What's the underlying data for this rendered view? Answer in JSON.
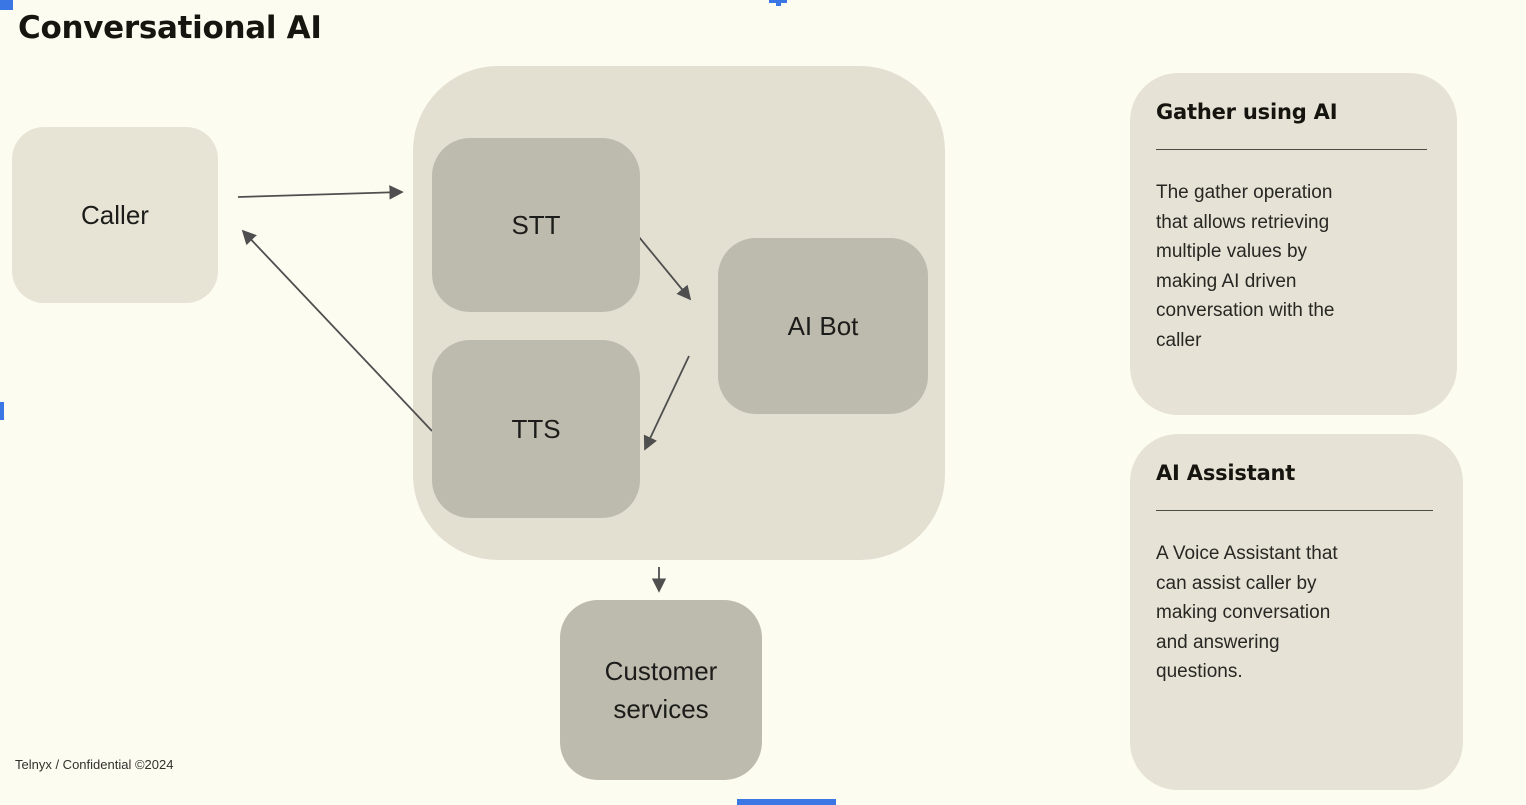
{
  "slide": {
    "title": "Conversational AI",
    "footer": "Telnyx / Confidential ©2024"
  },
  "colors": {
    "background": "#FDFCF1",
    "container_fill": "#E3E0D2",
    "light_node_fill": "#E7E4D6",
    "gray_node_fill": "#BDBBAD",
    "card_fill": "#E6E3D6",
    "arrow": "#4F4F4F",
    "selection_marker_blue": "#3B76E5",
    "text": "#1C1C1A"
  },
  "nodes": {
    "caller": {
      "label": "Caller"
    },
    "stt": {
      "label": "STT"
    },
    "tts": {
      "label": "TTS"
    },
    "ai_bot": {
      "label": "AI Bot"
    },
    "customer_services": {
      "label": "Customer services"
    }
  },
  "edges": [
    {
      "from": "caller",
      "to": "stt"
    },
    {
      "from": "tts",
      "to": "caller"
    },
    {
      "from": "stt",
      "to": "ai_bot"
    },
    {
      "from": "ai_bot",
      "to": "tts"
    },
    {
      "from": "container",
      "to": "customer_services"
    }
  ],
  "cards": [
    {
      "title": "Gather using AI",
      "lines": [
        "The gather operation",
        "that allows retrieving",
        "multiple values by",
        "making AI driven",
        "conversation with the",
        "caller"
      ]
    },
    {
      "title": "AI Assistant",
      "lines": [
        "A Voice Assistant that",
        "can assist caller by",
        "making conversation",
        "and answering",
        "questions."
      ]
    }
  ]
}
